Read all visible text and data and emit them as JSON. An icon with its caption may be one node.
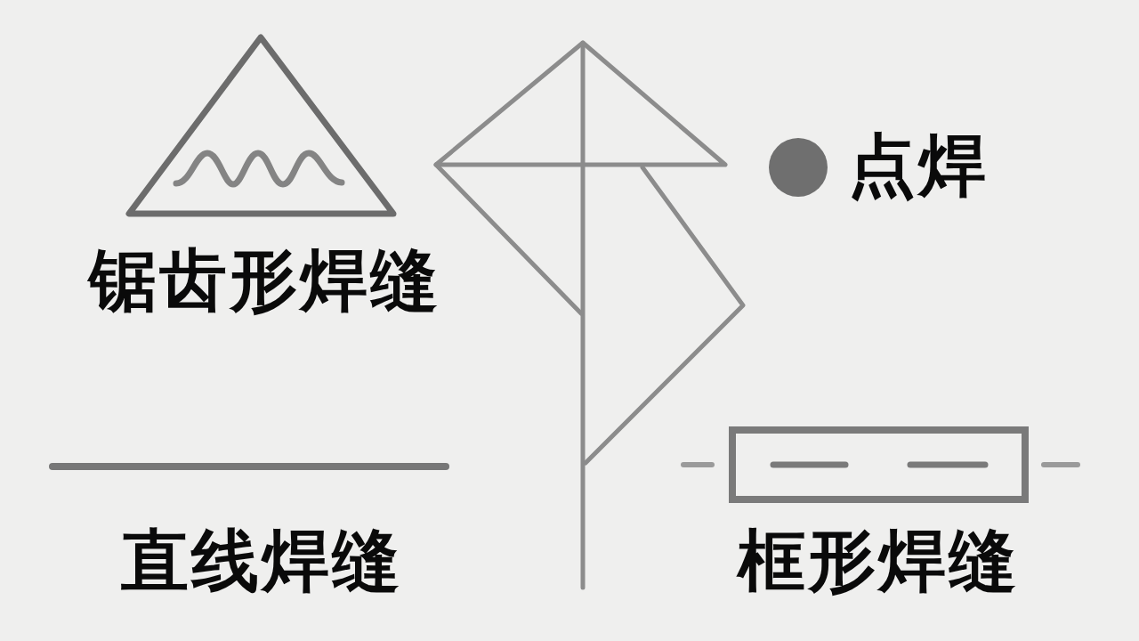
{
  "diagram": {
    "nodes": [
      {
        "text": [
          "锯齿形焊缝"
        ]
      },
      {
        "text": [
          "点焊"
        ]
      },
      {
        "text": [
          "直线焊缝"
        ]
      },
      {
        "text": [
          "框形焊缝"
        ]
      }
    ]
  }
}
